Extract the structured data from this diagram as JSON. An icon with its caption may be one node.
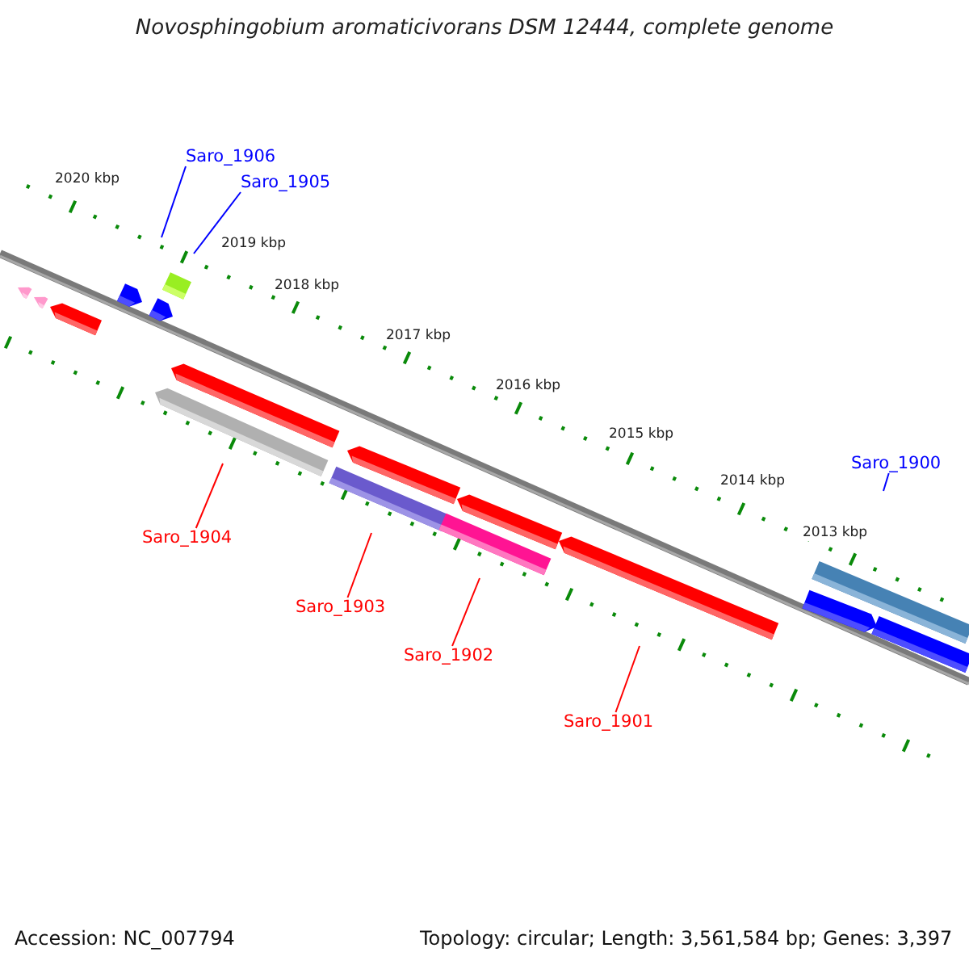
{
  "diagram": {
    "title": "Novosphingobium aromaticivorans DSM 12444, complete genome",
    "nodes": [
      {
        "text": [
          "Saro_1906"
        ]
      },
      {
        "text": [
          "Saro_1905"
        ]
      },
      {
        "text": [
          "Saro_1900"
        ]
      },
      {
        "text": [
          "Saro_1904"
        ]
      },
      {
        "text": [
          "Saro_1903"
        ]
      },
      {
        "text": [
          "Saro_1902"
        ]
      },
      {
        "text": [
          "Saro_1901"
        ]
      }
    ],
    "edges": [
      {
        "from": 0,
        "to": null,
        "arrow": "none",
        "color": "#0000ff"
      },
      {
        "from": 1,
        "to": null,
        "arrow": "none",
        "color": "#0000ff"
      },
      {
        "from": 2,
        "to": null,
        "arrow": "none",
        "color": "#0000ff"
      },
      {
        "from": 3,
        "to": null,
        "arrow": "none"
      },
      {
        "from": 4,
        "to": null,
        "arrow": "none"
      },
      {
        "from": 5,
        "to": null,
        "arrow": "none"
      },
      {
        "from": 6,
        "to": null,
        "arrow": "none"
      }
    ],
    "labels": [
      "2020 kbp",
      "2019 kbp",
      "2018 kbp",
      "2017 kbp",
      "2016 kbp",
      "2015 kbp",
      "2014 kbp",
      "2013 kbp",
      "Accession: NC_007794",
      "Topology: circular; Length: 3,561,584 bp; Genes: 3,397"
    ]
  }
}
